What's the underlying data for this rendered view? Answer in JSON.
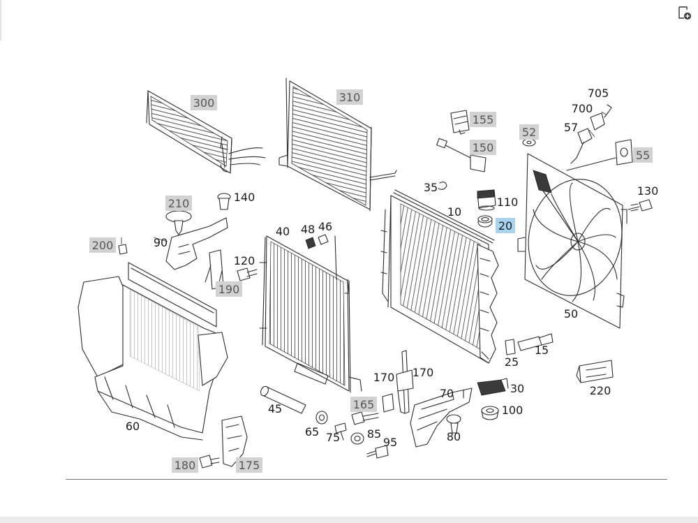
{
  "toolbar": {
    "corner_icon": "add-to-document-icon"
  },
  "callouts": [
    {
      "id": "c300",
      "text": "300",
      "style": "gray"
    },
    {
      "id": "c310",
      "text": "310",
      "style": "gray"
    },
    {
      "id": "c155",
      "text": "155",
      "style": "gray"
    },
    {
      "id": "c150",
      "text": "150",
      "style": "gray"
    },
    {
      "id": "c52",
      "text": "52",
      "style": "gray"
    },
    {
      "id": "c705",
      "text": "705",
      "style": "plain"
    },
    {
      "id": "c700",
      "text": "700",
      "style": "plain"
    },
    {
      "id": "c57",
      "text": "57",
      "style": "plain"
    },
    {
      "id": "c55",
      "text": "55",
      "style": "gray"
    },
    {
      "id": "c35",
      "text": "35",
      "style": "plain"
    },
    {
      "id": "c10",
      "text": "10",
      "style": "plain"
    },
    {
      "id": "c110",
      "text": "110",
      "style": "plain"
    },
    {
      "id": "c20",
      "text": "20",
      "style": "highlight"
    },
    {
      "id": "c130",
      "text": "130",
      "style": "plain"
    },
    {
      "id": "c210",
      "text": "210",
      "style": "gray"
    },
    {
      "id": "c140",
      "text": "140",
      "style": "plain"
    },
    {
      "id": "c200",
      "text": "200",
      "style": "gray"
    },
    {
      "id": "c90",
      "text": "90",
      "style": "plain"
    },
    {
      "id": "c40",
      "text": "40",
      "style": "plain"
    },
    {
      "id": "c48",
      "text": "48",
      "style": "plain"
    },
    {
      "id": "c46",
      "text": "46",
      "style": "plain"
    },
    {
      "id": "c120",
      "text": "120",
      "style": "plain"
    },
    {
      "id": "c190",
      "text": "190",
      "style": "gray"
    },
    {
      "id": "c50",
      "text": "50",
      "style": "plain"
    },
    {
      "id": "c25",
      "text": "25",
      "style": "plain"
    },
    {
      "id": "c15",
      "text": "15",
      "style": "plain"
    },
    {
      "id": "c170a",
      "text": "170",
      "style": "plain"
    },
    {
      "id": "c170b",
      "text": "170",
      "style": "plain"
    },
    {
      "id": "c70",
      "text": "70",
      "style": "plain"
    },
    {
      "id": "c30",
      "text": "30",
      "style": "plain"
    },
    {
      "id": "c220",
      "text": "220",
      "style": "plain"
    },
    {
      "id": "c165",
      "text": "165",
      "style": "gray"
    },
    {
      "id": "c45",
      "text": "45",
      "style": "plain"
    },
    {
      "id": "c100",
      "text": "100",
      "style": "plain"
    },
    {
      "id": "c60",
      "text": "60",
      "style": "plain"
    },
    {
      "id": "c65",
      "text": "65",
      "style": "plain"
    },
    {
      "id": "c75",
      "text": "75",
      "style": "plain"
    },
    {
      "id": "c85",
      "text": "85",
      "style": "plain"
    },
    {
      "id": "c95",
      "text": "95",
      "style": "plain"
    },
    {
      "id": "c80",
      "text": "80",
      "style": "plain"
    },
    {
      "id": "c180",
      "text": "180",
      "style": "gray"
    },
    {
      "id": "c175",
      "text": "175",
      "style": "gray"
    }
  ]
}
